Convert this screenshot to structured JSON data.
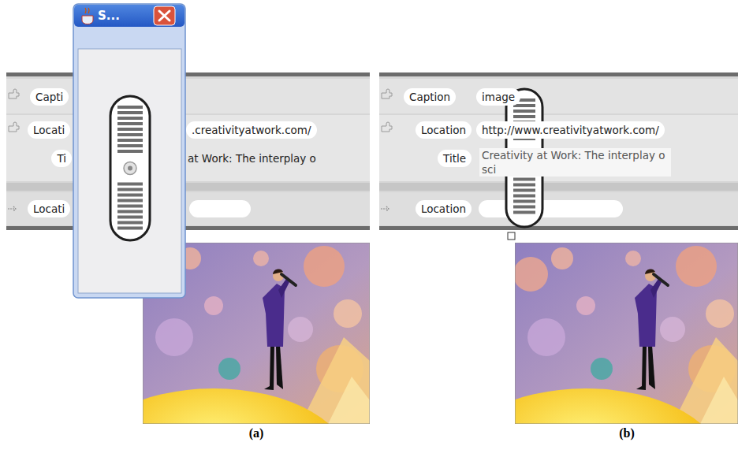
{
  "diagram": {
    "nodes": [
      {
        "text": [
          "Capti"
        ]
      },
      {
        "text": [
          "Locati"
        ]
      },
      {
        "text": [
          ".creativityatwork.com/"
        ]
      },
      {
        "text": [
          "Ti"
        ]
      },
      {
        "text": [
          "Locati"
        ]
      },
      {
        "text": [
          "Caption"
        ]
      },
      {
        "text": [
          "image"
        ]
      },
      {
        "text": [
          "Location"
        ]
      },
      {
        "text": [
          "http://www.creativityatwork.com/"
        ]
      },
      {
        "text": [
          "Title"
        ]
      },
      {
        "text": [
          "Location"
        ]
      }
    ],
    "labels": [
      "S...",
      "at Work: The interplay o",
      "Creativity at Work: The interplay o sci",
      "(a)",
      "(b)"
    ]
  }
}
